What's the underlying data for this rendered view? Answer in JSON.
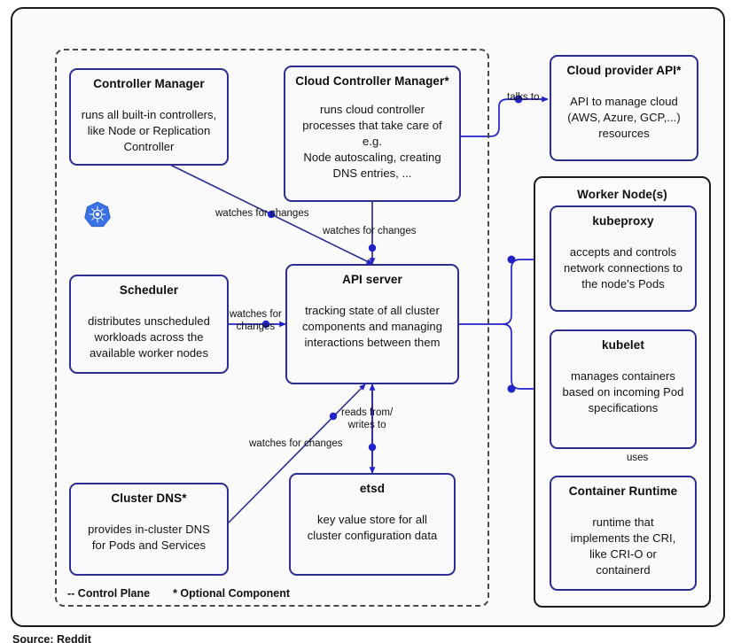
{
  "diagram": {
    "title": "Kubernetes Cluster Architecture",
    "accent_color": "#2b2d8f",
    "line_color": "#2222cc",
    "box_bg": "#f9f9fb",
    "frame_color": "#1b1b1b"
  },
  "control_plane": {
    "legend": {
      "control_plane": "-- Control Plane",
      "optional": "* Optional Component"
    },
    "boxes": [
      {
        "key": "controller-manager",
        "title": "Controller Manager",
        "desc": "runs all built-in controllers,\nlike Node or Replication\nController"
      },
      {
        "key": "cloud-controller-manager",
        "title": "Cloud Controller Manager*",
        "desc": "runs cloud controller\nprocesses that take care of\ne.g.\nNode autoscaling, creating\nDNS entries, ..."
      },
      {
        "key": "scheduler",
        "title": "Scheduler",
        "desc": "distributes unscheduled\nworkloads across the\navailable worker nodes"
      },
      {
        "key": "api-server",
        "title": "API server",
        "desc": "tracking state of all cluster\ncomponents and managing\ninteractions between them"
      },
      {
        "key": "cluster-dns",
        "title": "Cluster DNS*",
        "desc": "provides in-cluster DNS\nfor Pods and Services"
      },
      {
        "key": "etcd",
        "title": "etsd",
        "desc": "key value store for all\ncluster configuration data"
      }
    ]
  },
  "external": {
    "cloud_provider_api": {
      "title": "Cloud provider API*",
      "desc": "API to manage cloud\n(AWS, Azure, GCP,...)\nresources"
    }
  },
  "worker_node": {
    "title": "Worker Node(s)",
    "boxes": [
      {
        "key": "kubeproxy",
        "title": "kubeproxy",
        "desc": "accepts and controls\nnetwork connections to\nthe node's Pods"
      },
      {
        "key": "kubelet",
        "title": "kubelet",
        "desc": "manages containers\nbased on incoming Pod\nspecifications"
      },
      {
        "key": "container-runtime",
        "title": "Container Runtime",
        "desc": "runtime that\nimplements the CRI,\nlike CRI-O or\ncontainerd"
      }
    ]
  },
  "connectors": [
    {
      "key": "talks-to",
      "label": "talks to"
    },
    {
      "key": "ccm-watches",
      "label": "watches for changes"
    },
    {
      "key": "cm-watches",
      "label": "watches for changes"
    },
    {
      "key": "scheduler-watches",
      "label": "watches for\nchanges"
    },
    {
      "key": "etcd-reads-writes",
      "label": "reads from/\nwrites to"
    },
    {
      "key": "dns-watches",
      "label": "watches for changes"
    },
    {
      "key": "kubelet-uses",
      "label": "uses"
    }
  ],
  "footer": {
    "source": "Source: Reddit"
  }
}
